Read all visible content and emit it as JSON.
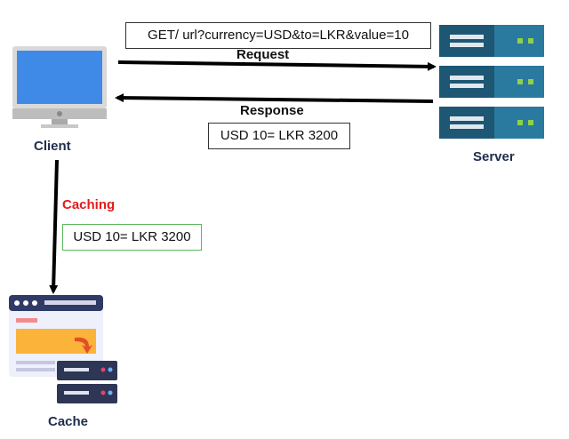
{
  "request_box": {
    "text": "GET/ url?currency=USD&to=LKR&value=10"
  },
  "request_label": "Request",
  "response_label": "Response",
  "response_box": {
    "text": "USD 10= LKR 3200"
  },
  "caching_label": "Caching",
  "caching_box": {
    "text": "USD 10= LKR 3200"
  },
  "client_label": "Client",
  "server_label": "Server",
  "cache_label": "Cache",
  "colors": {
    "arrow": "#000000",
    "caching_label": "#e31b1b",
    "caching_box_border": "#5cb85c",
    "caption": "#1f2d4d",
    "server_dark": "#1d5774",
    "server_light": "#2a7aa0",
    "led": "#8fd24a"
  },
  "icons": [
    "monitor-icon",
    "server-rack-icon",
    "cache-icon"
  ]
}
